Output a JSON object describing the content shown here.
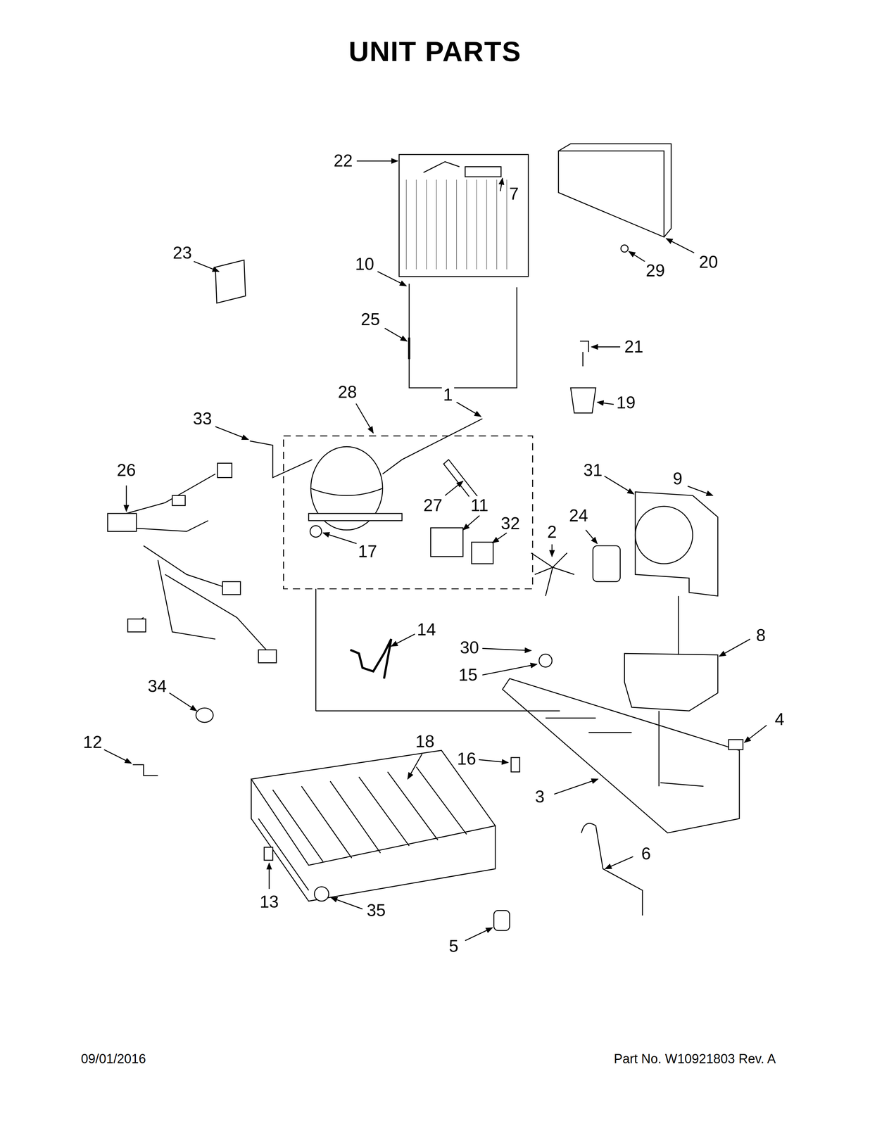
{
  "diagram": {
    "title": "UNIT PARTS",
    "labels": [
      "22",
      "7",
      "23",
      "10",
      "20",
      "29",
      "25",
      "21",
      "28",
      "1",
      "19",
      "33",
      "26",
      "31",
      "9",
      "27",
      "11",
      "24",
      "32",
      "2",
      "17",
      "14",
      "8",
      "30",
      "15",
      "34",
      "4",
      "12",
      "18",
      "16",
      "3",
      "6",
      "13",
      "35",
      "5",
      "09/01/2016",
      "Part No. W10921803 Rev. A"
    ]
  }
}
